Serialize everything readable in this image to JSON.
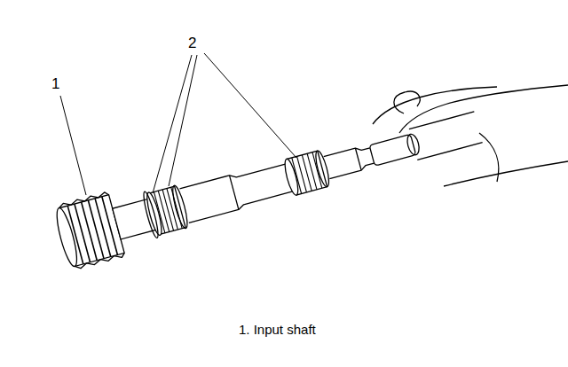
{
  "diagram": {
    "caption": "1. Input shaft",
    "labels": [
      "1",
      "2"
    ]
  }
}
